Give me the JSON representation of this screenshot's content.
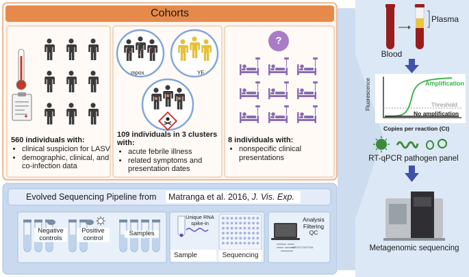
{
  "cohorts": {
    "title": "Cohorts",
    "panel1": {
      "heading": "560 individuals with:",
      "bullets": [
        "clinical suspicion for LASV",
        "demographic, clinical, and co-infection data"
      ]
    },
    "panel2": {
      "heading": "109 individuals in 3 clusters with:",
      "bullets": [
        "acute febrile illness",
        "related symptoms and presentation dates"
      ],
      "cluster_labels": [
        "mpox",
        "YF"
      ]
    },
    "panel3": {
      "heading": "8 individuals with:",
      "bullets": [
        "nonspecific clinical presentations"
      ],
      "question_mark": "?"
    }
  },
  "pipeline": {
    "title": "Evolved Sequencing Pipeline from",
    "citation_authors": "Matranga et al. 2016,",
    "citation_journal": "J. Vis. Exp.",
    "tubes": [
      "Negative controls",
      "Positive control",
      "Samples"
    ],
    "spike_label": "Unique RNA spike-in",
    "sample_label": "Sample",
    "sequencing_label": "Sequencing",
    "analysis_label": "Analysis Filtering QC",
    "screen_text": "ACTGCCTGATCGA"
  },
  "right": {
    "blood_label": "Blood",
    "plasma_label": "Plasma",
    "y_axis": "Fluorescence",
    "x_axis": "Copies per reaction (Ct)",
    "amplification_label": "Amplification",
    "threshold_label": "Threshold",
    "no_amplification_label": "No amplification",
    "panel_label": "RT-qPCR pathogen panel",
    "metagenomic_label": "Metagenomic sequencing"
  },
  "colors": {
    "cohorts_header": "#e58a4a",
    "orange_border": "#e3a67a",
    "blue_panel": "#c9d9ee",
    "right_panel": "#dce8f5",
    "arrow": "#3f51a8",
    "amplification_green": "#3bb54a",
    "blood_red": "#9a1d1d",
    "person_dark": "#3b3b3b",
    "mpox_accent": "#c9604e",
    "yf_yellow": "#e5c13a",
    "bed_purple": "#8a6cb0",
    "virus_green": "#3e8a3c"
  }
}
